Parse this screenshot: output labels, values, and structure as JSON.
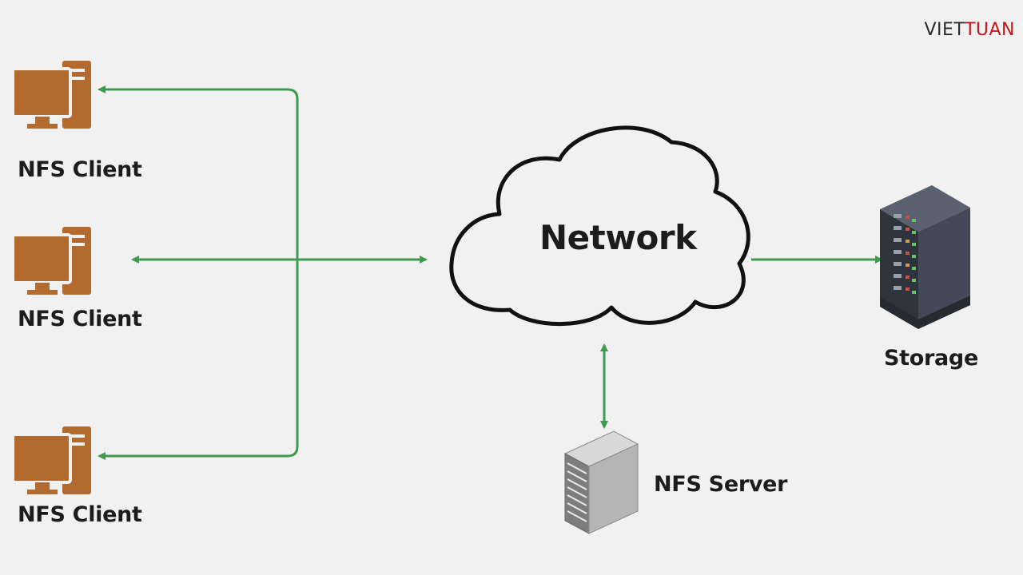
{
  "brand": {
    "logo_part1": "VIET",
    "logo_part2": "TUAN",
    "colors": {
      "dark": "#2b2b2b",
      "red": "#c4161c"
    }
  },
  "nodes": {
    "clients": [
      {
        "label": "NFS Client",
        "icon": "desktop-computer-icon"
      },
      {
        "label": "NFS Client",
        "icon": "desktop-computer-icon"
      },
      {
        "label": "NFS Client",
        "icon": "desktop-computer-icon"
      }
    ],
    "network": {
      "label": "Network",
      "icon": "cloud-icon"
    },
    "storage": {
      "label": "Storage",
      "icon": "server-rack-icon"
    },
    "server": {
      "label": "NFS Server",
      "icon": "server-tower-icon"
    }
  },
  "colors": {
    "background": "#f1f1f1",
    "arrow": "#3f9a4f",
    "computer": "#b26a2e",
    "cloud_stroke": "#111111",
    "storage_body": "#3a3f4b",
    "server_body": "#9a9a9a"
  }
}
